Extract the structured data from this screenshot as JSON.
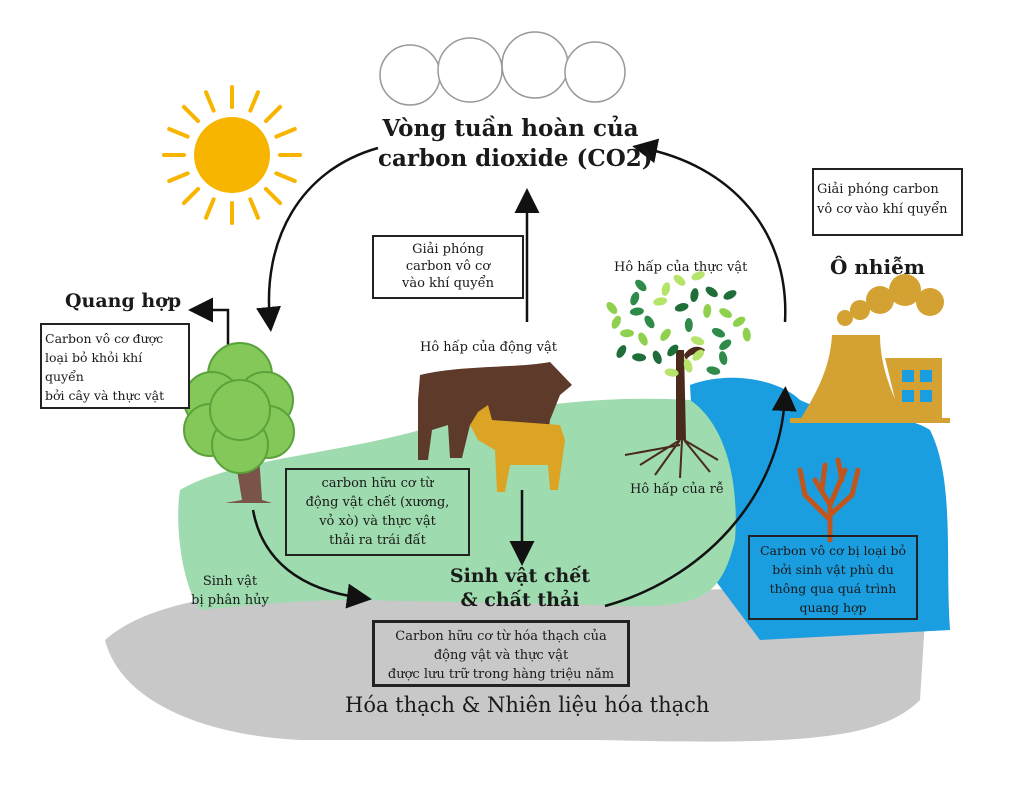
{
  "title": {
    "line1": "Vòng tuần hoàn của",
    "line2": "carbon dioxide (CO2)"
  },
  "photosynthesis": {
    "heading": "Quang hợp",
    "box": [
      "Carbon vô cơ được",
      "loại bỏ khỏi khí quyển",
      "bởi cây và thực vật"
    ]
  },
  "animal_release_box": [
    "Giải phóng",
    "carbon vô cơ",
    "vào khí quyển"
  ],
  "animal_respiration": "Hô hấp của động vật",
  "organic_carbon_box": [
    "carbon hữu cơ từ",
    "động vật chết (xương,",
    "vỏ xò) và thực vật",
    "thải ra trái đất"
  ],
  "dead_organisms": {
    "line1": "Sinh vật chết",
    "line2": "& chất thải"
  },
  "decomposed": {
    "line1": "Sinh vật",
    "line2": "bị phân hủy"
  },
  "plant_respiration": "Hô hấp của thực vật",
  "root_respiration": "Hô hấp của rễ",
  "pollution": {
    "heading": "Ô nhiễm",
    "box": [
      "Giải phóng carbon",
      "vô cơ vào khí quyển"
    ]
  },
  "ocean_box": [
    "Carbon vô cơ bị loại bỏ",
    "bởi sinh vật phù du",
    "thông qua quá trình",
    "quang hợp"
  ],
  "fossil_box": [
    "Carbon hữu cơ từ hóa thạch của",
    "động vật và thực vật",
    "được lưu trữ trong hàng triệu năm"
  ],
  "fossil_label": "Hóa thạch & Nhiên liệu hóa thạch",
  "colors": {
    "land": "#9edbae",
    "water": "#1a9ee0",
    "ground": "#c8c8c8",
    "sun": "#f7b500",
    "factory": "#d4a232",
    "coral": "#c0561e",
    "cow": "#5d3a2a",
    "goat": "#dba424"
  }
}
